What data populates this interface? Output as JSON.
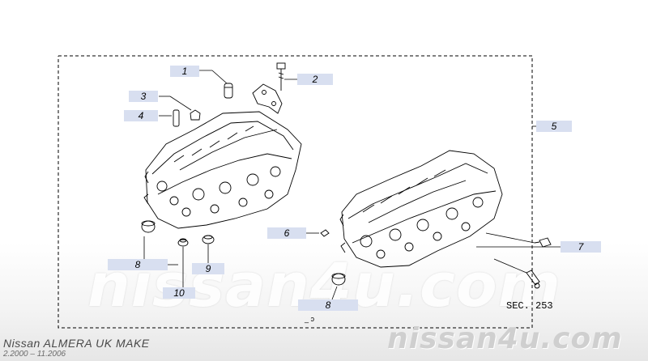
{
  "callouts": [
    {
      "id": "1",
      "label": "1"
    },
    {
      "id": "2",
      "label": "2"
    },
    {
      "id": "3",
      "label": "3"
    },
    {
      "id": "4",
      "label": "4"
    },
    {
      "id": "5",
      "label": "5"
    },
    {
      "id": "6",
      "label": "6"
    },
    {
      "id": "7",
      "label": "7"
    },
    {
      "id": "8a",
      "label": "8"
    },
    {
      "id": "9",
      "label": "9"
    },
    {
      "id": "10",
      "label": "10"
    },
    {
      "id": "8b",
      "label": "8"
    }
  ],
  "section_ref": "SEC. 253",
  "bottom_mark": "_      ͻ",
  "footer": {
    "title": "Nissan ALMERA UK MAKE",
    "date_range": "2.2000  –  11.2006"
  },
  "watermark": {
    "center": "nissan4u.com",
    "corner": "nissan4u.com"
  },
  "colors": {
    "callout_fill": "#d8dff0",
    "line": "#000000"
  }
}
